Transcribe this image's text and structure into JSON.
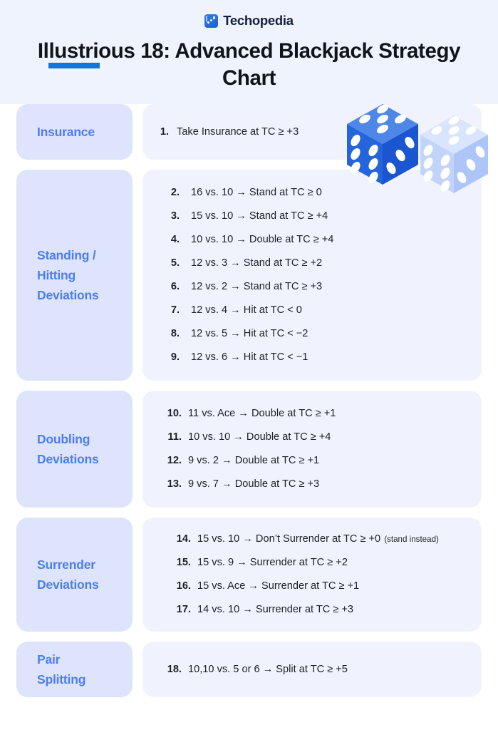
{
  "header": {
    "brand_name": "Techopedia",
    "brand_logo_icon": "techopedia-logo-icon",
    "title": "Illustrious 18: Advanced Blackjack Strategy Chart",
    "accent_color": "#1476d2",
    "background_color": "#eff3fd"
  },
  "decoration": {
    "dice_icon": "pair-of-dice-illustration",
    "die_dark_color": "#2563db",
    "die_light_color": "#bed0fa"
  },
  "theme": {
    "category_badge_bg": "#dde4fb",
    "category_text_color": "#4d7ef0",
    "content_bg": "#f0f3fd",
    "body_text_color": "#1d2024"
  },
  "sections": [
    {
      "category": "Insurance",
      "items": [
        {
          "num": "1.",
          "text": "Take Insurance at TC ≥ +3",
          "note": ""
        }
      ]
    },
    {
      "category": "Standing /\nHitting\nDeviations",
      "items": [
        {
          "num": "2.",
          "text": "16 vs. 10 → Stand at TC ≥ 0",
          "note": ""
        },
        {
          "num": "3.",
          "text": "15 vs. 10 → Stand at TC ≥ +4",
          "note": ""
        },
        {
          "num": "4.",
          "text": "10 vs. 10 → Double at TC ≥ +4",
          "note": ""
        },
        {
          "num": "5.",
          "text": "12 vs. 3 → Stand at TC ≥ +2",
          "note": ""
        },
        {
          "num": "6.",
          "text": "12 vs. 2 → Stand at TC ≥ +3",
          "note": ""
        },
        {
          "num": "7.",
          "text": "12 vs. 4 → Hit at TC < 0",
          "note": ""
        },
        {
          "num": "8.",
          "text": "12 vs. 5 → Hit at TC < −2",
          "note": ""
        },
        {
          "num": "9.",
          "text": "12 vs. 6 → Hit at TC < −1",
          "note": ""
        }
      ]
    },
    {
      "category": "Doubling\nDeviations",
      "items": [
        {
          "num": "10.",
          "text": "11 vs. Ace → Double at TC ≥ +1",
          "note": ""
        },
        {
          "num": "11.",
          "text": "10 vs. 10 → Double at TC ≥ +4",
          "note": ""
        },
        {
          "num": "12.",
          "text": "9 vs. 2 → Double at TC ≥ +1",
          "note": ""
        },
        {
          "num": "13.",
          "text": "9 vs. 7 → Double at TC ≥ +3",
          "note": ""
        }
      ]
    },
    {
      "category": "Surrender\nDeviations",
      "items": [
        {
          "num": "14.",
          "text": "15 vs. 10 → Don’t Surrender at TC ≥ +0",
          "note": "(stand instead)"
        },
        {
          "num": "15.",
          "text": "15 vs. 9 → Surrender at TC ≥ +2",
          "note": ""
        },
        {
          "num": "16.",
          "text": "15 vs. Ace → Surrender at TC ≥ +1",
          "note": ""
        },
        {
          "num": "17.",
          "text": "14 vs. 10 → Surrender at TC ≥ +3",
          "note": ""
        }
      ]
    },
    {
      "category": "Pair\nSplitting",
      "items": [
        {
          "num": "18.",
          "text": "10,10 vs. 5 or 6 → Split at TC ≥ +5",
          "note": ""
        }
      ]
    }
  ]
}
